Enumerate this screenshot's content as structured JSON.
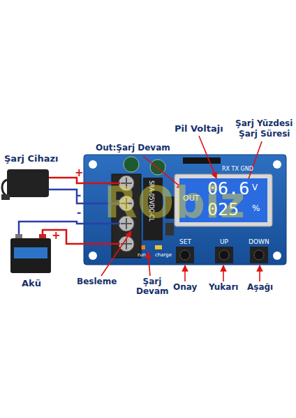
{
  "diagram": {
    "nodes": [
      {
        "text": [
          "OUT",
          "06.6",
          "V",
          "025",
          "%"
        ]
      },
      {
        "text": [
          "SRA-05VDC-CL"
        ]
      }
    ],
    "labels": [
      "Şarj Cihazı",
      "+",
      "-",
      "-",
      "+",
      "Akü",
      "Out:Şarj Devam",
      "Pil Voltajı",
      "Şarj Yüzdesi",
      "Şarj Süresi",
      "RX TX GND",
      "SET",
      "UP",
      "DOWN",
      "run",
      "charge",
      "Besleme",
      "Şarj Devam",
      "Onay",
      "Yukarı",
      "Aşağı",
      "RObiz"
    ]
  }
}
